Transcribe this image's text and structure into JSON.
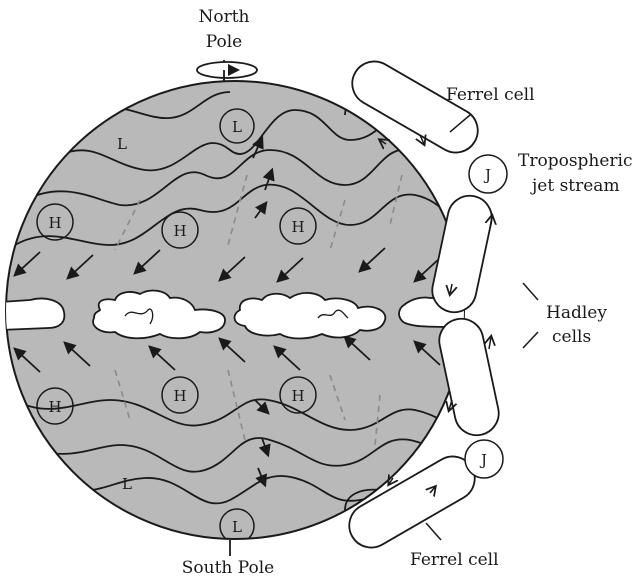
{
  "labels": {
    "north_pole_line1": "North",
    "north_pole_line2": "Pole",
    "south_pole": "South Pole",
    "ferrel_top": "Ferrel cell",
    "ferrel_bottom": "Ferrel cell",
    "jet_line1": "Tropospheric",
    "jet_line2": "jet stream",
    "hadley_line1": "Hadley",
    "hadley_line2": "cells"
  },
  "pressure": {
    "high": "H",
    "low": "L",
    "jet": "J"
  },
  "colors": {
    "globe_fill": "#b9b9b9",
    "stroke": "#1a1a1a",
    "cloud_fill": "#ffffff",
    "trough_dash": "#8a8a8a"
  }
}
